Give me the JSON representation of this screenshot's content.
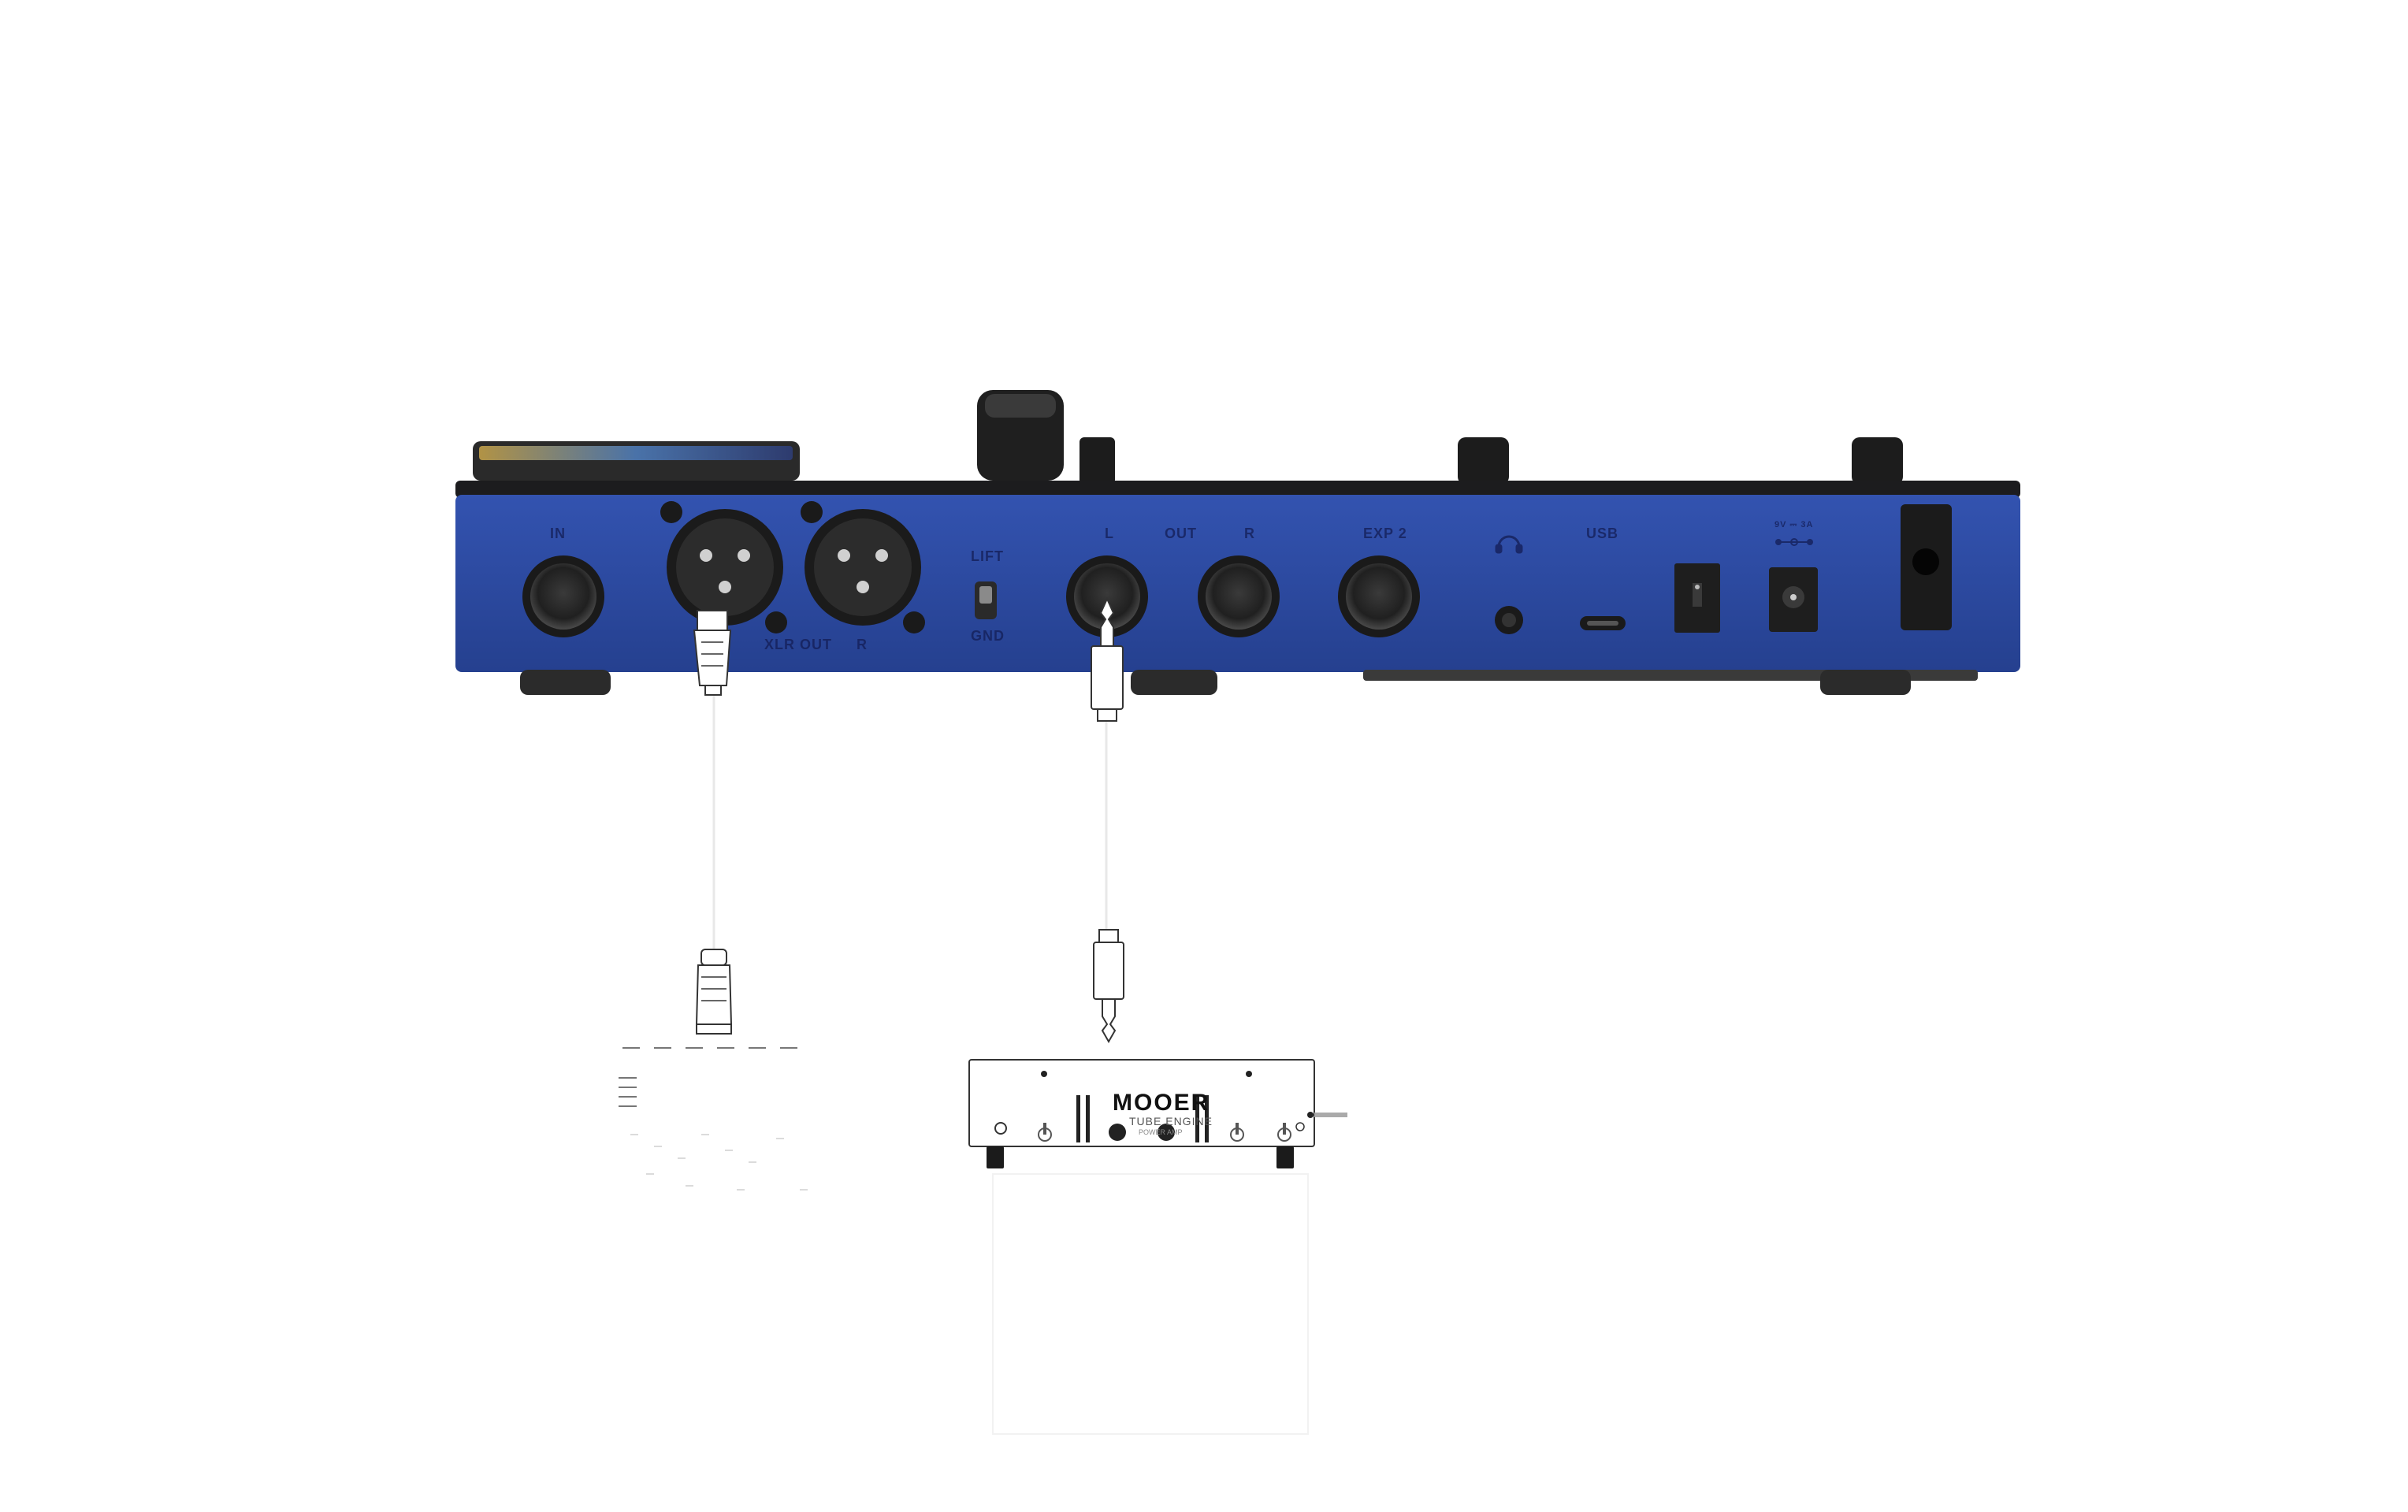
{
  "device": {
    "body_color": "#2b4aa3",
    "top_color": "#1c1c1e",
    "jack_labels": {
      "input": "IN",
      "xlr_out": "XLR OUT",
      "xlr_r": "R",
      "lift": "LIFT",
      "gnd": "GND",
      "out_l": "L",
      "out": "OUT",
      "out_r": "R",
      "exp2": "EXP 2",
      "usb": "USB",
      "power": "9V ⎓ 3A"
    },
    "icons": [
      "headphones-icon",
      "power-switch-icon",
      "dc-jack-icon",
      "xlr-connector-icon",
      "quarter-inch-plug-icon"
    ]
  },
  "amp": {
    "brand": "MOOER",
    "model": "TUBE ENGINE",
    "subtitle": "POWER AMP"
  },
  "colors": {
    "cable": "#e6e6e6",
    "outline": "#333333"
  }
}
